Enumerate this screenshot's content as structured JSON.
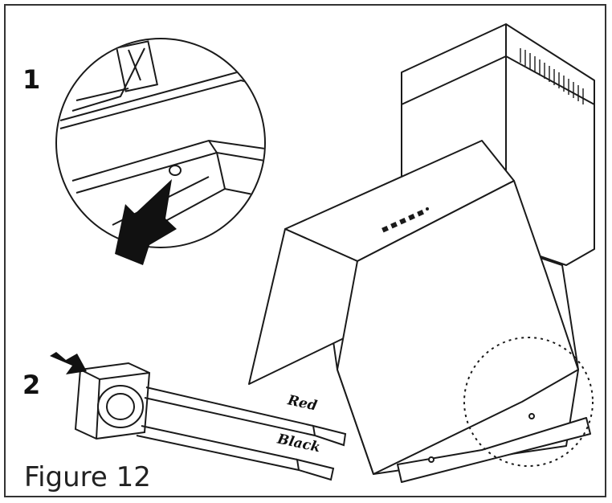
{
  "figure": {
    "caption": "Figure 12",
    "step_1": "1",
    "step_2": "2",
    "wire_red": "Red",
    "wire_black": "Black"
  },
  "colors": {
    "line": "#1a1a1a",
    "frame": "#333333",
    "background": "#ffffff",
    "arrow": "#111111"
  },
  "icons": {
    "push_arrow": "arrow-icon",
    "press_arrow": "arrow-icon"
  }
}
